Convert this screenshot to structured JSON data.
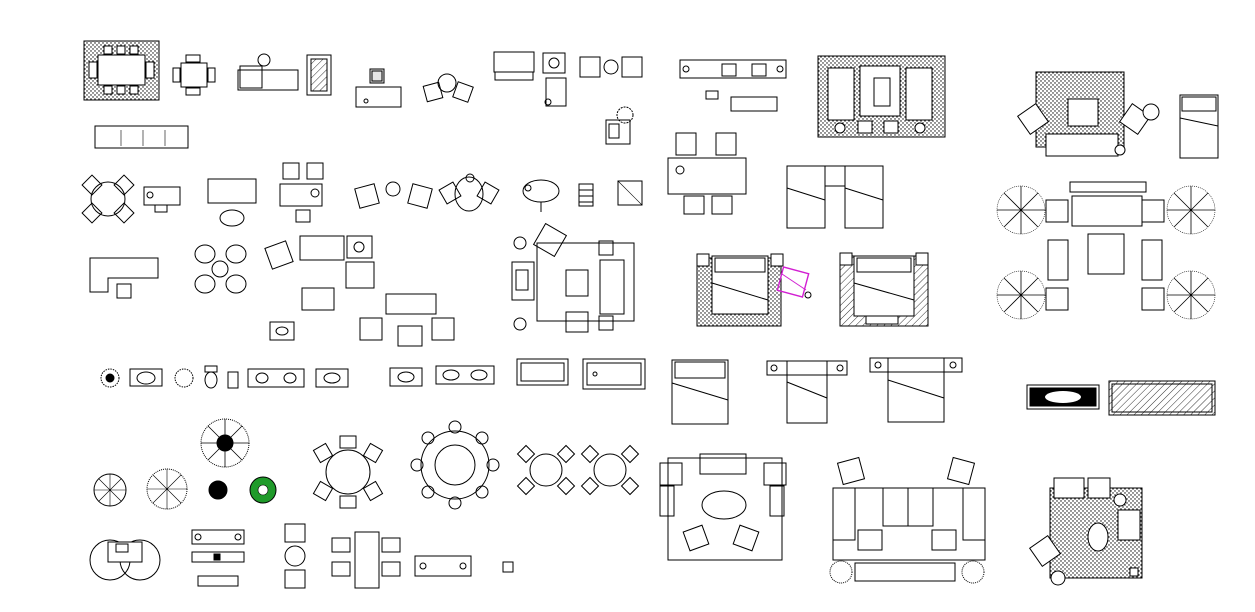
{
  "title": "",
  "colors": {
    "background": "#ffffff",
    "line": "#000000",
    "highlight_magenta": "#d21fd2",
    "plant_green": "#1f9a2a"
  },
  "symbols": [
    "dining-set-rug",
    "dining-table-4",
    "desk-chair",
    "rug",
    "side-table-chair",
    "lounge-chairs",
    "sofa-set",
    "chairs-pair",
    "cabinet",
    "living-room-rug",
    "corner-sofa-set",
    "single-bed",
    "office-desk",
    "twin-beds",
    "banquet-plan",
    "round-table-4",
    "sofa-table",
    "tea-table",
    "rocking-chairs",
    "coffee-table",
    "dining-chairs",
    "l-sofa",
    "flower-table",
    "living-room-plan",
    "double-bed-rug",
    "armchair-magenta",
    "double-bed",
    "shrub",
    "washbasin",
    "toilet",
    "counter-sink",
    "bathtub",
    "bed-nightstands",
    "sideboard",
    "carpet",
    "round-table-6",
    "round-table-10",
    "round-table-4-pair",
    "bedroom-plan",
    "living-plan",
    "corner-living-plan",
    "tree-palm",
    "green-plant",
    "desk-set"
  ]
}
